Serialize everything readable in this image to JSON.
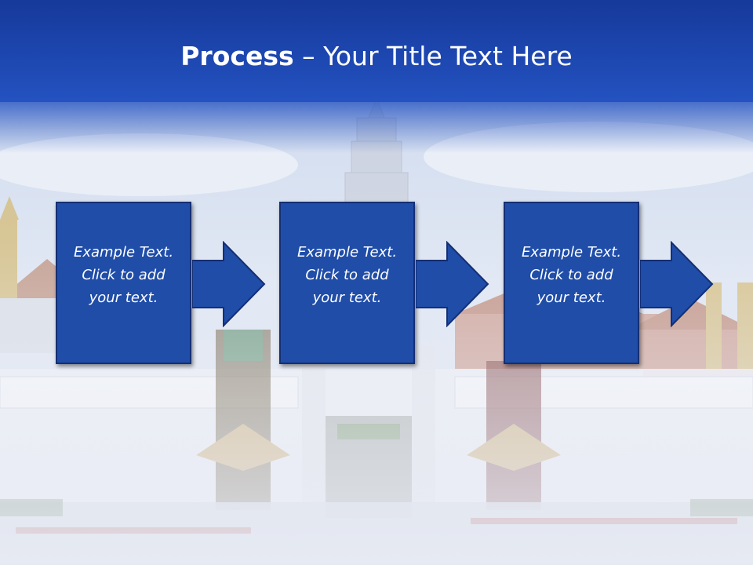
{
  "slide": {
    "title_bold": "Process",
    "title_rest": " – Your Title Text Here",
    "colors": {
      "header": "#1d47b0",
      "box_fill": "#1f4da8",
      "box_border": "#142f74",
      "text": "#ffffff"
    }
  },
  "steps": [
    {
      "text": "Example Text.\nClick  to add\nyour text."
    },
    {
      "text": "Example Text.\nClick  to add\nyour text."
    },
    {
      "text": "Example Text.\nClick  to add\nyour text."
    }
  ]
}
